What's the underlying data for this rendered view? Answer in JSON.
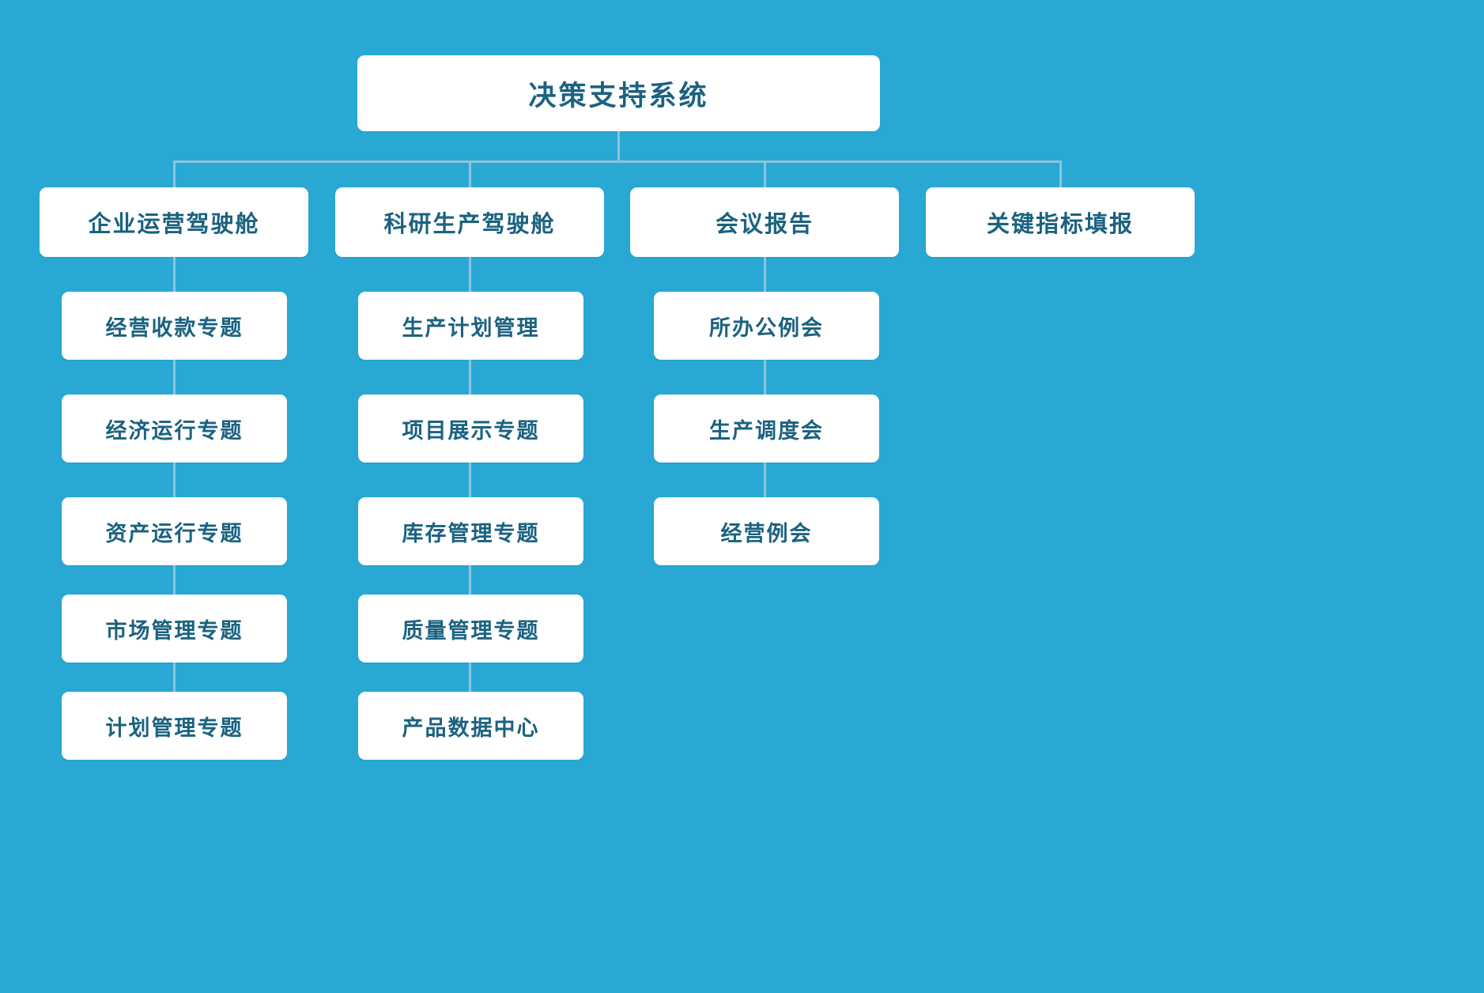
{
  "diagram": {
    "title": "决策支持系统",
    "background_color": "#29a8d4",
    "card_color": "#ffffff",
    "text_color": "#1b6280",
    "line_color": "#8ec4dc",
    "root": {
      "label": "决策支持系统"
    },
    "branches": [
      {
        "label": "企业运营驾驶舱",
        "children": [
          {
            "label": "经营收款专题"
          },
          {
            "label": "经济运行专题"
          },
          {
            "label": "资产运行专题"
          },
          {
            "label": "市场管理专题"
          },
          {
            "label": "计划管理专题"
          }
        ]
      },
      {
        "label": "科研生产驾驶舱",
        "children": [
          {
            "label": "生产计划管理"
          },
          {
            "label": "项目展示专题"
          },
          {
            "label": "库存管理专题"
          },
          {
            "label": "质量管理专题"
          },
          {
            "label": "产品数据中心"
          }
        ]
      },
      {
        "label": "会议报告",
        "children": [
          {
            "label": "所办公例会"
          },
          {
            "label": "生产调度会"
          },
          {
            "label": "经营例会"
          }
        ]
      },
      {
        "label": "关键指标填报",
        "children": []
      }
    ]
  }
}
